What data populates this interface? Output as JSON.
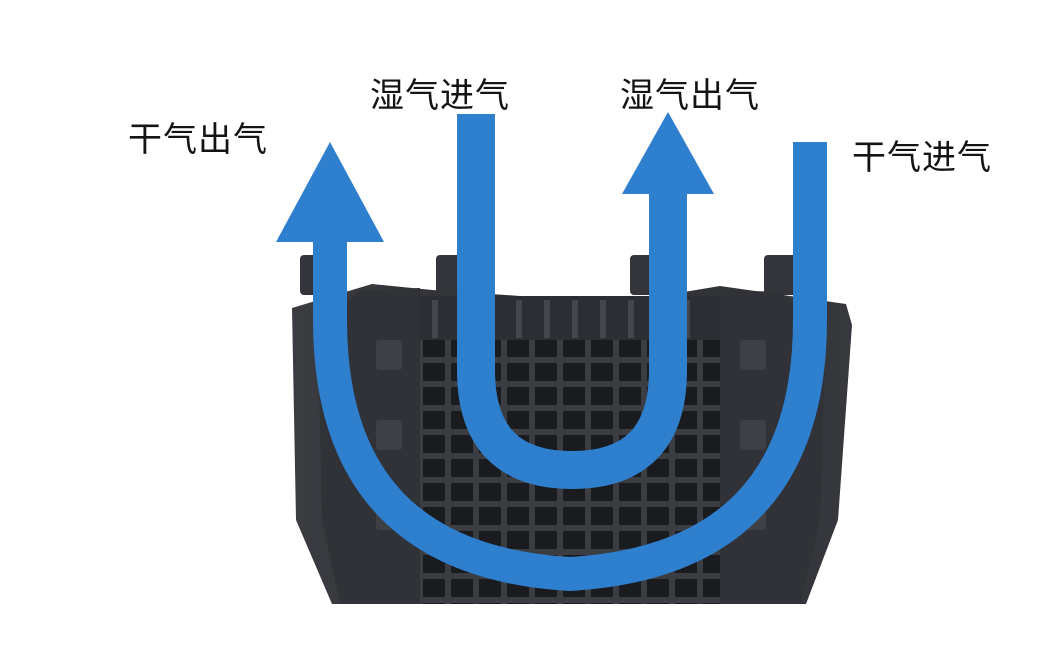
{
  "labels": {
    "dry_air_out": "干气出气",
    "wet_air_in": "湿气进气",
    "wet_air_out": "湿气出气",
    "dry_air_in": "干气进气"
  },
  "colors": {
    "background": "#ffffff",
    "flow_arrow": "#2f7fcf",
    "device_body": "#2b2d31",
    "device_grid": "#1c1d20",
    "device_highlight": "#4a4c52",
    "label_text": "#141414"
  },
  "icons": {
    "dry_flow": "u-turn-arrow-icon",
    "wet_flow": "u-turn-arrow-icon",
    "device": "membrane-humidifier-module"
  }
}
